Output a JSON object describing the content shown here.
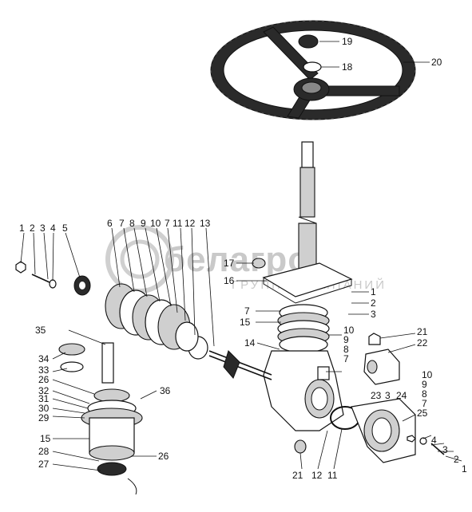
{
  "watermark": {
    "brand": "белагро",
    "tagline": "ГРУППА КОМПАНИЙ"
  },
  "callouts": {
    "top_right": [
      "19",
      "18",
      "20"
    ],
    "left_top_row": [
      "1",
      "2",
      "3",
      "4",
      "5"
    ],
    "middle_top_row": [
      "6",
      "7",
      "8",
      "9",
      "10",
      "7",
      "11",
      "12",
      "13"
    ],
    "column_center": [
      "17",
      "16",
      "7",
      "15",
      "14"
    ],
    "right_stack": [
      "1",
      "2",
      "3",
      "10",
      "9",
      "8",
      "7"
    ],
    "right_cover": [
      "21",
      "22",
      "10",
      "9",
      "8",
      "7",
      "23",
      "3",
      "24",
      "25"
    ],
    "left_column": [
      "35",
      "34",
      "33",
      "26",
      "32",
      "31",
      "30",
      "29",
      "15",
      "28",
      "27",
      "36",
      "26"
    ],
    "bottom_row": [
      "21",
      "12",
      "11",
      "4",
      "3",
      "2",
      "1"
    ]
  }
}
